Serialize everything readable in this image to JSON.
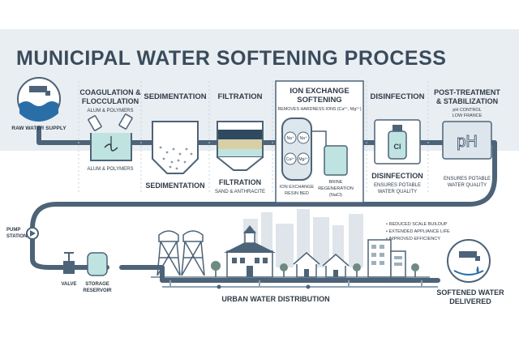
{
  "title": "MUNICIPAL WATER SOFTENING PROCESS",
  "raw_water": {
    "label": "RAW WATER SUPPLY"
  },
  "coagulation": {
    "title_line1": "COAGULATION &",
    "title_line2": "FLOCCULATION",
    "sub": "ALUM & POLYMERS",
    "tank_label": "ALUM & POLYMERS"
  },
  "sedimentation": {
    "title": "SEDIMENTATION",
    "label": "SEDIMENTATION"
  },
  "filtration": {
    "title": "FILTRATION",
    "label": "FILTRATION",
    "sub": "SAND & ANTHRACITE"
  },
  "ion_exchange": {
    "title_line1": "ION EXCHANGE",
    "title_line2": "SOFTENING",
    "sub": "REMOVES HARDNESS IONS (Ca²⁺, Mg²⁺)",
    "ions": [
      "Na⁺",
      "Na⁺",
      "Ca²⁺",
      "Mg²⁺"
    ],
    "resin_line1": "ION EXCHANGE",
    "resin_line2": "RESIN BED",
    "brine_line1": "BRINE",
    "brine_line2": "REGENERATION",
    "brine_line3": "(NaCl)"
  },
  "disinfection": {
    "title": "DISINFECTION",
    "bottle_symbol": "Cl",
    "label": "DISINFECTION",
    "sub_line1": "ENSURES POTABLE",
    "sub_line2": "WATER QUALITY"
  },
  "post_treatment": {
    "title_line1": "POST-TREATMENT",
    "title_line2": "& STABILIZATION",
    "sub_line1": "pH CONTROL",
    "sub_line2": "LOW FRANCE",
    "symbol": "pH",
    "note_line1": "ENSURES POTABLE",
    "note_line2": "WATER QUALITY"
  },
  "pump_station": {
    "line1": "PUMP",
    "line2": "STATION"
  },
  "valve": {
    "label": "VALVE"
  },
  "storage": {
    "line1": "STORAGE",
    "line2": "RESERVOIR"
  },
  "distribution": {
    "label": "URBAN WATER DISTRIBUTION"
  },
  "benefits": [
    "REDUCED SCALE BUILDUP",
    "EXTENDED APPLIANCE LIFE",
    "IMPROVED EFFICIENCY"
  ],
  "softened": {
    "line1": "SOFTENED WATER",
    "line2": "DELIVERED"
  },
  "colors": {
    "pipe": "#4d6378",
    "water": "#bfe3e0",
    "accent": "#2a6ea8",
    "ink": "#2f3b47",
    "band": "#e9eef2"
  }
}
